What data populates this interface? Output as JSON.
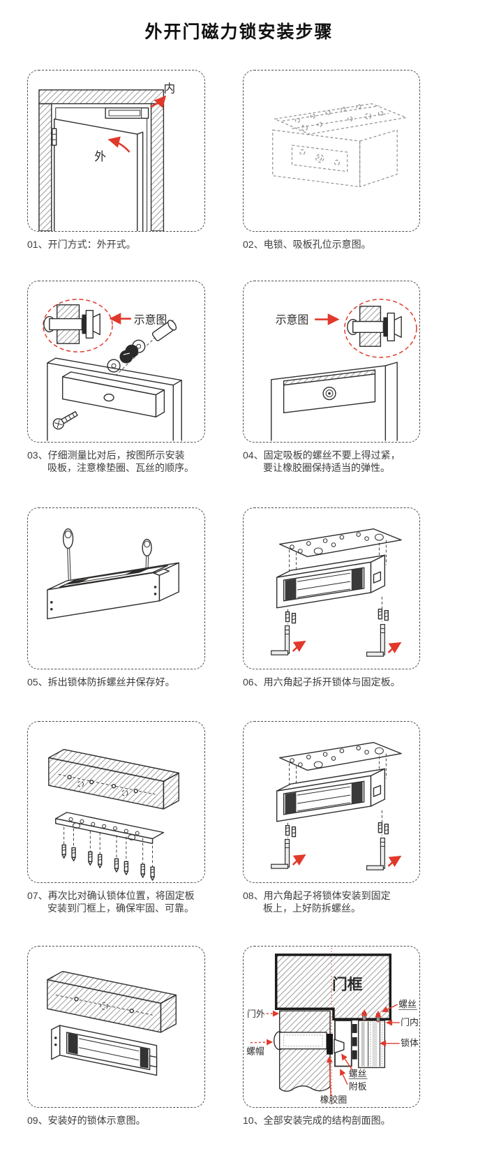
{
  "title": "外开门磁力锁安装步骤",
  "colors": {
    "ink": "#2e2c2b",
    "accent_red": "#e0392b",
    "sketch_gray": "#8f8f8f"
  },
  "steps": [
    {
      "num": "01",
      "lines": [
        "01、开门方式：外开式。",
        ""
      ]
    },
    {
      "num": "02",
      "lines": [
        "02、电锁、吸板孔位示意图。",
        ""
      ]
    },
    {
      "num": "03",
      "lines": [
        "03、仔细测量比对后，按图所示安装",
        "吸板，注意橡垫圈、瓦丝的顺序。"
      ]
    },
    {
      "num": "04",
      "lines": [
        "04、固定吸板的螺丝不要上得过紧，",
        "要让橡胶圈保持适当的弹性。"
      ]
    },
    {
      "num": "05",
      "lines": [
        "05、拆出锁体防拆螺丝并保存好。",
        ""
      ]
    },
    {
      "num": "06",
      "lines": [
        "06、用六角起子拆开锁体与固定板。",
        ""
      ]
    },
    {
      "num": "07",
      "lines": [
        "07、再次比对确认锁体位置，将固定板",
        "安装到门框上，确保牢固、可靠。"
      ]
    },
    {
      "num": "08",
      "lines": [
        "08、用六角起子将锁体安装到固定",
        "板上，上好防拆螺丝。"
      ]
    },
    {
      "num": "09",
      "lines": [
        "09、安装好的锁体示意图。",
        ""
      ]
    },
    {
      "num": "10",
      "lines": [
        "10、全部安装完成的结构剖面图。",
        ""
      ]
    }
  ],
  "labels": {
    "step01_inside": "内",
    "step01_outside": "外",
    "step03_schematic": "示意图",
    "step04_schematic": "示意图",
    "step10_door_frame": "门框",
    "step10_screw_top": "螺丝",
    "step10_door_outside": "门外",
    "step10_nut": "螺帽",
    "step10_door_inside": "门内",
    "step10_lock_body": "锁体",
    "step10_screw_bottom": "螺丝",
    "step10_attached_plate": "附板",
    "step10_rubber_ring": "橡胶圈"
  }
}
